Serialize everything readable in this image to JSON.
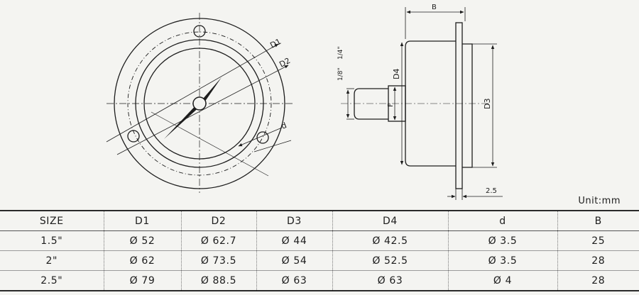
{
  "unit_label": "Unit:mm",
  "drawing": {
    "front_labels": {
      "d1": "D1",
      "d2": "D2",
      "d": "d"
    },
    "side_labels": {
      "b": "B",
      "d4": "D4",
      "f": "F",
      "d3": "D3",
      "thread_1": "1/8\"",
      "thread_2": "1/4\"",
      "thickness": "2.5"
    }
  },
  "table": {
    "headers": [
      "SIZE",
      "D1",
      "D2",
      "D3",
      "D4",
      "d",
      "B"
    ],
    "rows": [
      [
        "1.5\"",
        "Ø 52",
        "Ø 62.7",
        "Ø 44",
        "Ø 42.5",
        "Ø  3.5",
        "25"
      ],
      [
        "2\"",
        "Ø 62",
        "Ø 73.5",
        "Ø 54",
        "Ø 52.5",
        "Ø  3.5",
        "28"
      ],
      [
        "2.5\"",
        "Ø 79",
        "Ø 88.5",
        "Ø 63",
        "Ø   63",
        "Ø    4",
        "28"
      ]
    ]
  }
}
